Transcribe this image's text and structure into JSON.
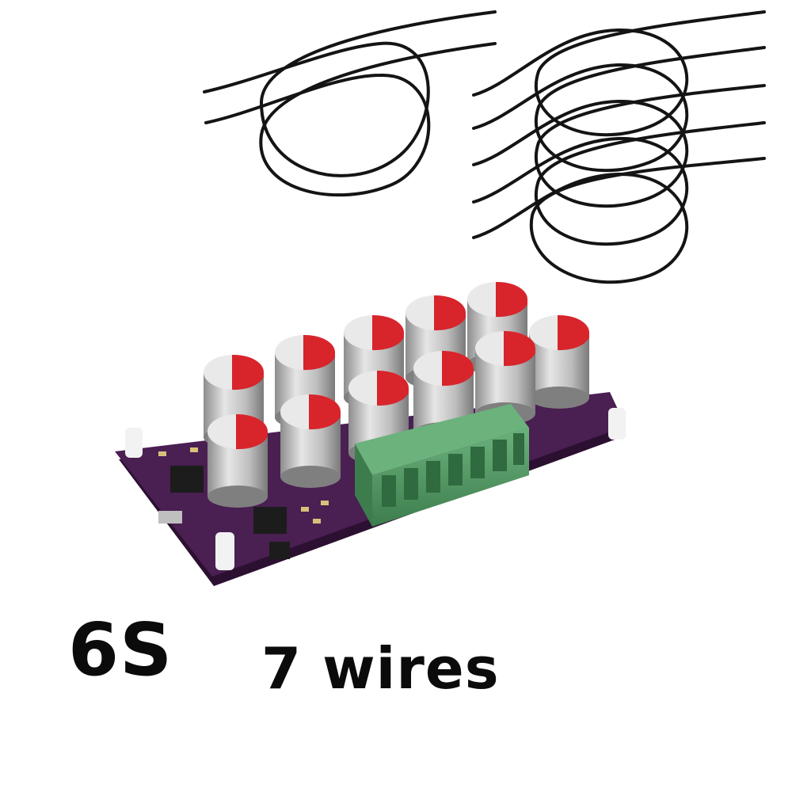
{
  "product": {
    "cell_count_label": "6S",
    "wire_count_label": "7 wires"
  },
  "colors": {
    "background": "#ffffff",
    "wire": "#141414",
    "pcb": "#4a1f52",
    "pcb_edge": "#2c1031",
    "capacitor_body": "#c9c9c9",
    "capacitor_top": "#d8242b",
    "terminal_block": "#4f9a62"
  },
  "illustration": {
    "wire_groups": [
      {
        "wires": 2
      },
      {
        "wires": 5
      }
    ],
    "capacitors": 11,
    "terminal_positions": 7
  }
}
